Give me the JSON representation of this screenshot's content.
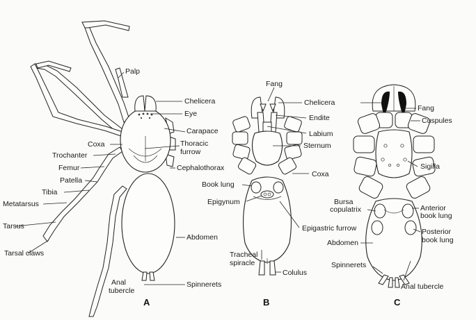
{
  "panels": {
    "a": "A",
    "b": "B",
    "c": "C"
  },
  "labels_a": {
    "palp": "Palp",
    "chelicera": "Chelicera",
    "eye": "Eye",
    "carapace": "Carapace",
    "coxa": "Coxa",
    "thoracic1": "Thoracic",
    "thoracic2": "furrow",
    "trochanter": "Trochanter",
    "cephalothorax": "Cephalothorax",
    "femur": "Femur",
    "patella": "Patella",
    "tibia": "Tibia",
    "metatarsus": "Metatarsus",
    "tarsus": "Tarsus",
    "tarsal_claws": "Tarsal claws",
    "abdomen": "Abdomen",
    "anal1": "Anal",
    "anal2": "tubercle",
    "spinnerets": "Spinnerets"
  },
  "labels_b": {
    "fang": "Fang",
    "chelicera": "Chelicera",
    "endite": "Endite",
    "labium": "Labium",
    "sternum": "Sternum",
    "coxa": "Coxa",
    "book_lung": "Book lung",
    "epigynum": "Epigynum",
    "epigastric": "Epigastric furrow",
    "tracheal1": "Tracheal",
    "tracheal2": "spiracle",
    "colulus": "Colulus"
  },
  "labels_c": {
    "fang": "Fang",
    "cuspules": "Cuspules",
    "sigilla": "Sigilla",
    "bursa1": "Bursa",
    "bursa2": "copulatrix",
    "anterior1": "Anterior",
    "anterior2": "book lung",
    "abdomen": "Abdomen",
    "posterior1": "Posterior",
    "posterior2": "book lung",
    "spinnerets": "Spinnerets",
    "anal_tubercle": "Anal tubercle"
  }
}
